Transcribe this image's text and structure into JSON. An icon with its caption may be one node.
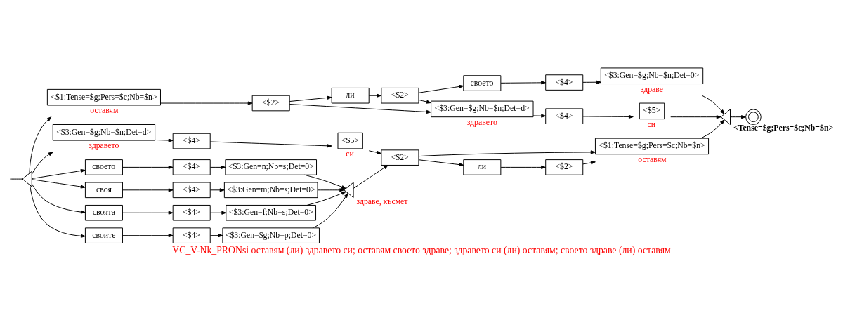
{
  "diagram": {
    "caption": "VC_V-Nk_PRONsi оставям (ли) здравето си; оставям своето здраве; здравето си (ли) оставям; своето здраве (ли) оставям",
    "nodes": [
      {
        "text": [],
        "shape": "triangle"
      },
      {
        "text": [
          "<$1:Tense=$g;Pers=$c;Nb=$n>"
        ],
        "beside": [
          "оставям"
        ]
      },
      {
        "text": [
          "<$2>"
        ]
      },
      {
        "text": [
          "ли"
        ]
      },
      {
        "text": [
          "<$2>"
        ]
      },
      {
        "text": [
          "своето"
        ]
      },
      {
        "text": [
          "<$3:Gen=$g;Nb=$n;Det=d>"
        ],
        "beside": [
          "здравето"
        ]
      },
      {
        "text": [
          "<$4>"
        ]
      },
      {
        "text": [
          "<$5>"
        ],
        "beside": [
          "си"
        ]
      },
      {
        "text": [
          "<$4>"
        ]
      },
      {
        "text": [
          "<$3:Gen=$g;Nb=$n;Det=0>"
        ],
        "beside": [
          "здраве"
        ]
      },
      {
        "text": [],
        "shape": "triangle",
        "beside": [
          "<Tense=$g;Pers=$c;Nb=$n>"
        ]
      },
      {
        "text": [],
        "shape": "circle"
      },
      {
        "text": [
          "<$3:Gen=$g;Nb=$n;Det=d>"
        ],
        "beside": [
          "здравето"
        ]
      },
      {
        "text": [
          "<$4>"
        ]
      },
      {
        "text": [
          "<$5>"
        ],
        "beside": [
          "си"
        ]
      },
      {
        "text": [
          "<$2>"
        ]
      },
      {
        "text": [
          "<$1:Tense=$g;Pers=$c;Nb=$n>"
        ],
        "beside": [
          "оставям"
        ]
      },
      {
        "text": [
          "ли"
        ]
      },
      {
        "text": [
          "<$2>"
        ]
      },
      {
        "text": [
          "своето"
        ]
      },
      {
        "text": [
          "<$4>"
        ]
      },
      {
        "text": [
          "<$3:Gen=n;Nb=s;Det=0>"
        ]
      },
      {
        "text": [
          "своя"
        ]
      },
      {
        "text": [
          "<$4>"
        ]
      },
      {
        "text": [
          "<$3:Gen=m;Nb=s;Det=0>"
        ]
      },
      {
        "text": [
          "своята"
        ]
      },
      {
        "text": [
          "<$4>"
        ]
      },
      {
        "text": [
          "<$3:Gen=f;Nb=s;Det=0>"
        ]
      },
      {
        "text": [
          "своите"
        ]
      },
      {
        "text": [
          "<$4>"
        ]
      },
      {
        "text": [
          "<$3:Gen=$g;Nb=p;Det=0>"
        ]
      },
      {
        "text": [],
        "shape": "triangle",
        "beside": [
          "здраве, късмет"
        ]
      }
    ],
    "edges": [
      {
        "from": null,
        "to": 0,
        "arrow": "none"
      },
      {
        "from": 0,
        "to": 1,
        "arrow": "to"
      },
      {
        "from": 0,
        "to": 13,
        "arrow": "to"
      },
      {
        "from": 0,
        "to": 20,
        "arrow": "to"
      },
      {
        "from": 0,
        "to": 23,
        "arrow": "to"
      },
      {
        "from": 0,
        "to": 26,
        "arrow": "to"
      },
      {
        "from": 0,
        "to": 29,
        "arrow": "to"
      },
      {
        "from": 1,
        "to": 2,
        "arrow": "to"
      },
      {
        "from": 2,
        "to": 3,
        "arrow": "to"
      },
      {
        "from": 2,
        "to": 6,
        "arrow": "to"
      },
      {
        "from": 3,
        "to": 4,
        "arrow": "to"
      },
      {
        "from": 4,
        "to": 5,
        "arrow": "to"
      },
      {
        "from": 4,
        "to": 6,
        "arrow": "to"
      },
      {
        "from": 5,
        "to": 9,
        "arrow": "to"
      },
      {
        "from": 6,
        "to": 7,
        "arrow": "to"
      },
      {
        "from": 7,
        "to": 8,
        "arrow": "to"
      },
      {
        "from": 8,
        "to": 11,
        "arrow": "to"
      },
      {
        "from": 9,
        "to": 10,
        "arrow": "to"
      },
      {
        "from": 10,
        "to": 11,
        "arrow": "to"
      },
      {
        "from": 11,
        "to": 12,
        "arrow": "to"
      },
      {
        "from": 13,
        "to": 14,
        "arrow": "to"
      },
      {
        "from": 14,
        "to": 15,
        "arrow": "to"
      },
      {
        "from": 15,
        "to": 16,
        "arrow": "to"
      },
      {
        "from": 16,
        "to": 17,
        "arrow": "to"
      },
      {
        "from": 16,
        "to": 18,
        "arrow": "to"
      },
      {
        "from": 18,
        "to": 19,
        "arrow": "to"
      },
      {
        "from": 19,
        "to": 17,
        "arrow": "to"
      },
      {
        "from": 17,
        "to": 11,
        "arrow": "to"
      },
      {
        "from": 20,
        "to": 21,
        "arrow": "to"
      },
      {
        "from": 21,
        "to": 22,
        "arrow": "to"
      },
      {
        "from": 22,
        "to": 32,
        "arrow": "to"
      },
      {
        "from": 23,
        "to": 24,
        "arrow": "to"
      },
      {
        "from": 24,
        "to": 25,
        "arrow": "to"
      },
      {
        "from": 25,
        "to": 32,
        "arrow": "to"
      },
      {
        "from": 26,
        "to": 27,
        "arrow": "to"
      },
      {
        "from": 27,
        "to": 28,
        "arrow": "to"
      },
      {
        "from": 28,
        "to": 32,
        "arrow": "to"
      },
      {
        "from": 29,
        "to": 30,
        "arrow": "to"
      },
      {
        "from": 30,
        "to": 31,
        "arrow": "to"
      },
      {
        "from": 31,
        "to": 32,
        "arrow": "to"
      },
      {
        "from": 32,
        "to": 16,
        "arrow": "to"
      }
    ]
  }
}
